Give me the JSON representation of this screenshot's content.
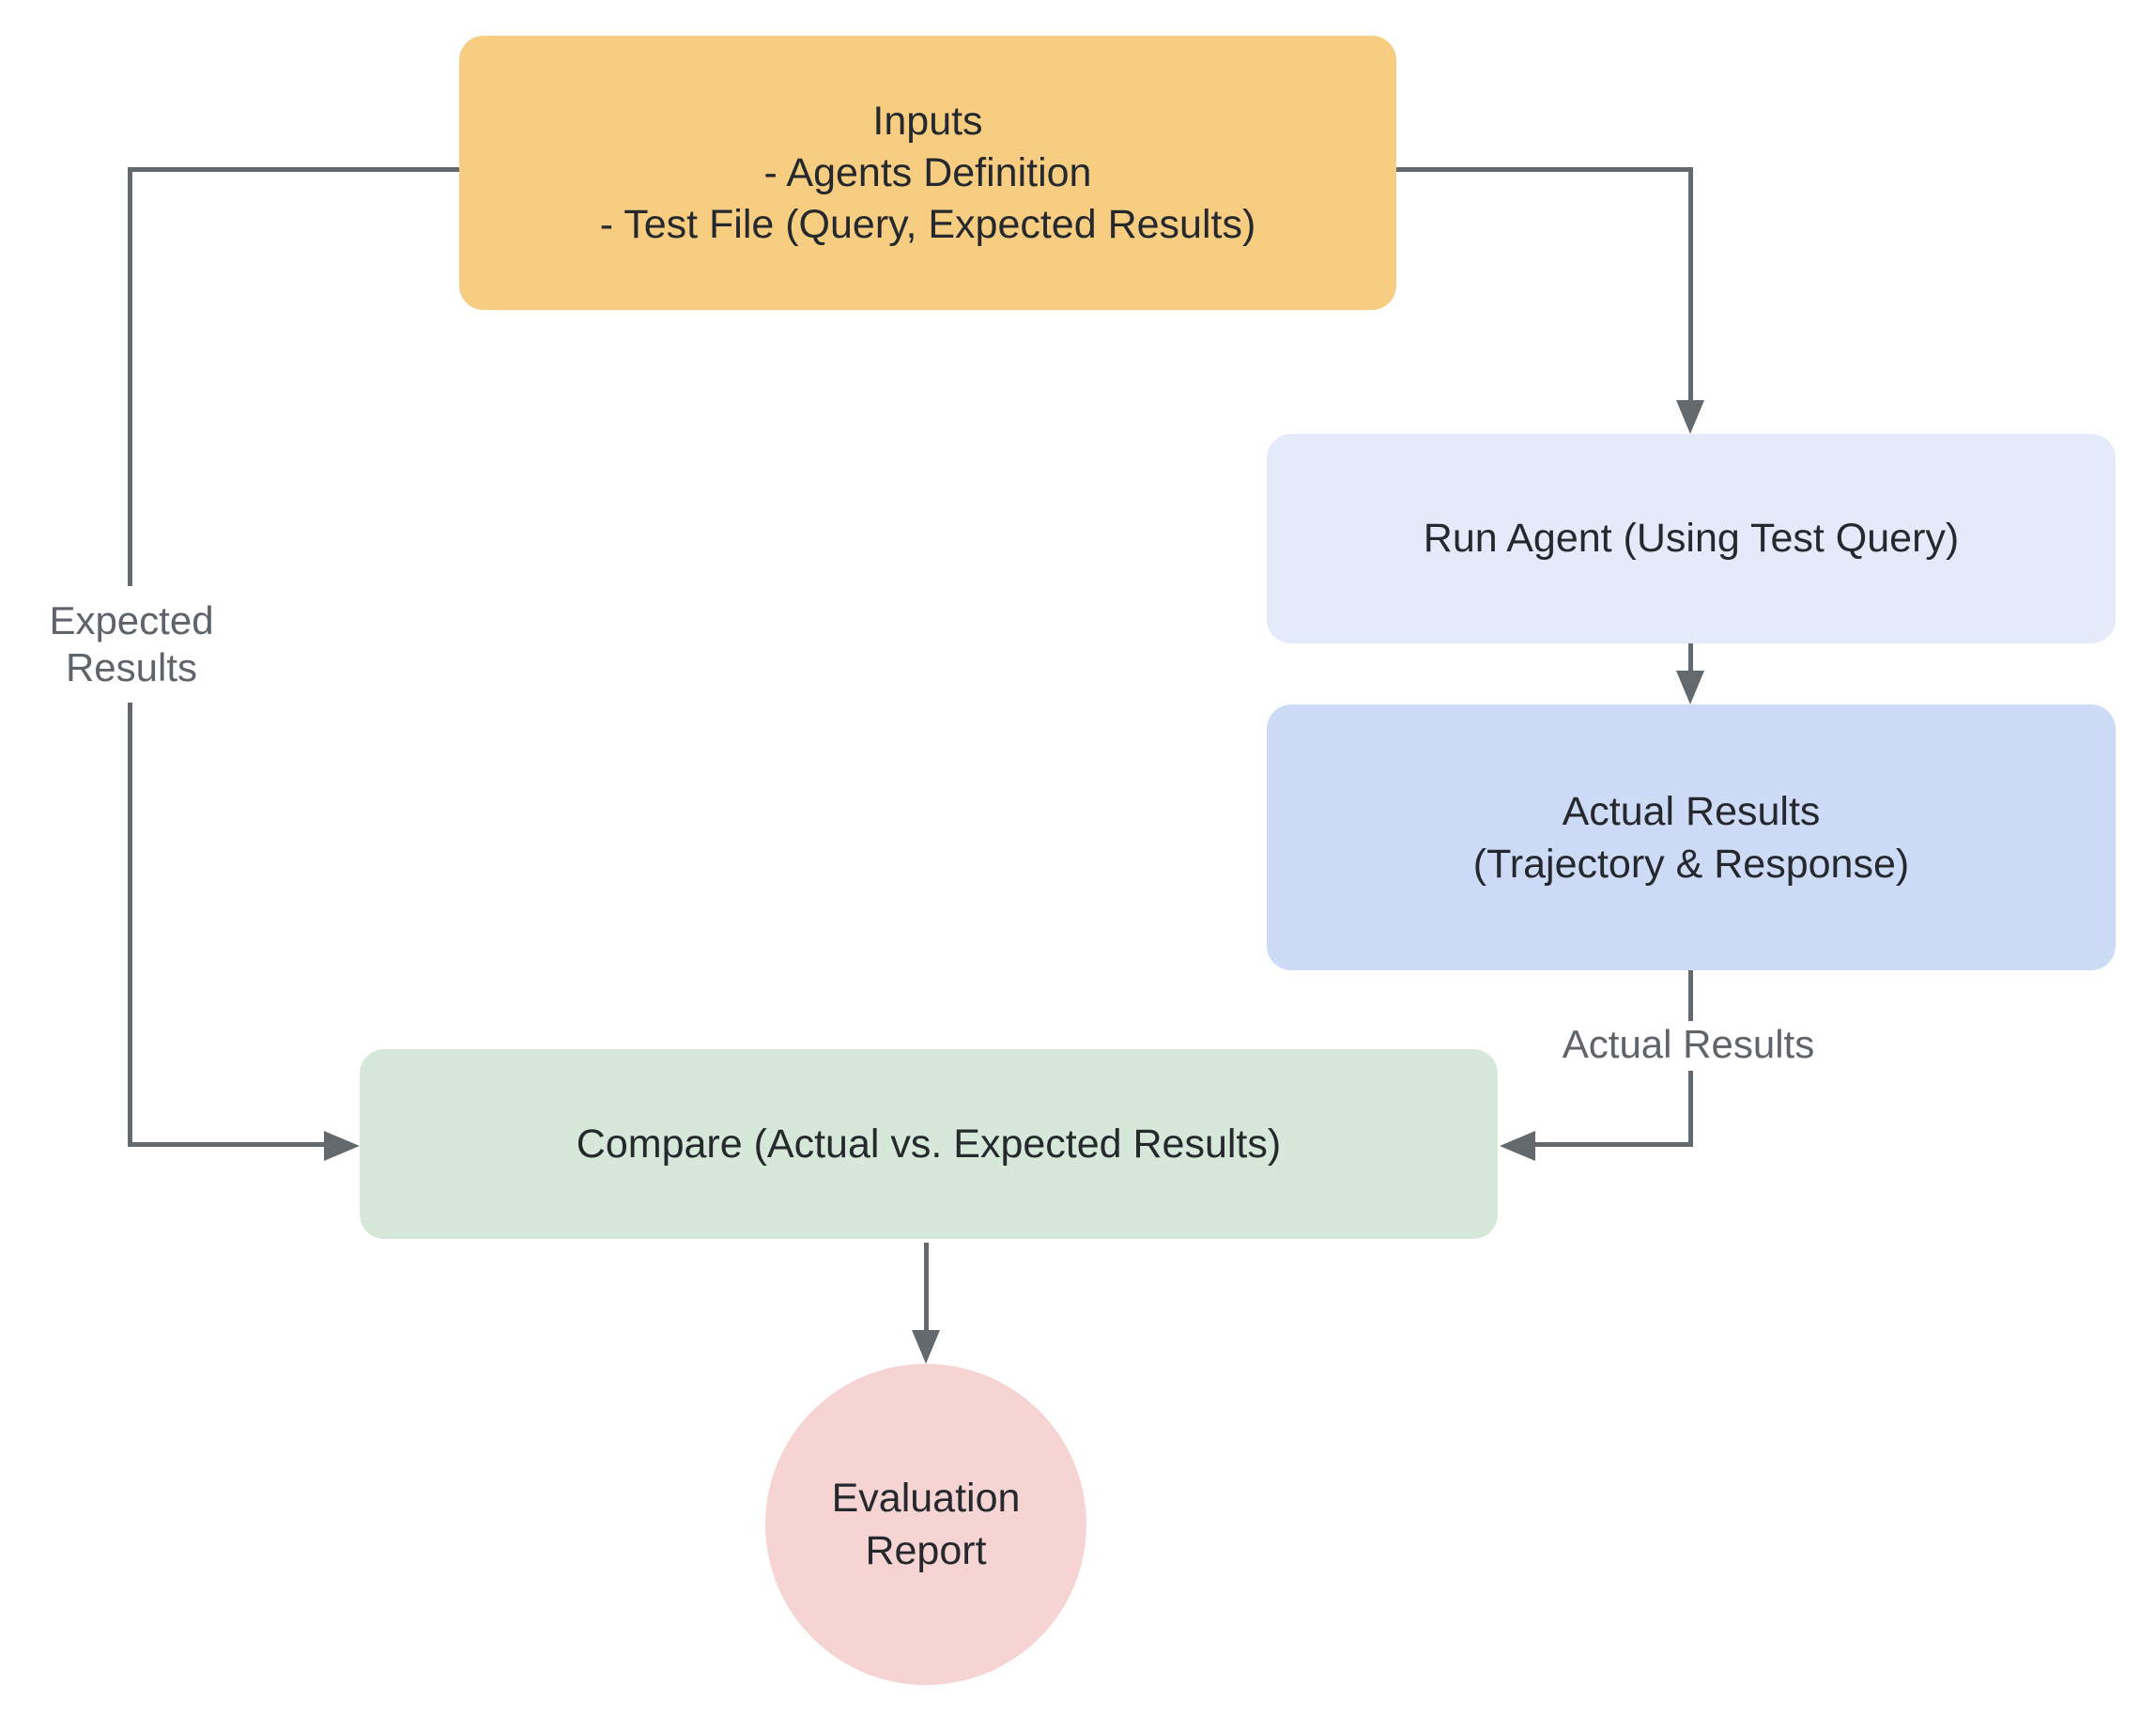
{
  "title": "Agent Evaluation Flow Diagram",
  "colors": {
    "background": "#ffffff",
    "inputs_fill": "#f7cd81",
    "run_agent_fill": "#e5eafb",
    "actual_results_fill": "#cddbf7",
    "compare_fill": "#d6e8d9",
    "report_fill": "#f6d4d3",
    "connector": "#64696e",
    "edge_label_text": "#5f646a",
    "node_text": "#25282c"
  },
  "nodes": {
    "inputs": {
      "line1": "Inputs",
      "line2": "- Agents Definition",
      "line3": "- Test File (Query, Expected Results)"
    },
    "run_agent": {
      "line1": "Run Agent (Using Test Query)"
    },
    "actual_results": {
      "line1": "Actual Results",
      "line2": "(Trajectory & Response)"
    },
    "compare": {
      "line1": "Compare (Actual vs. Expected Results)"
    },
    "evaluation_report": {
      "line1": "Evaluation",
      "line2": "Report"
    }
  },
  "edge_labels": {
    "expected_results": {
      "line1": "Expected",
      "line2": "Results"
    },
    "actual_results": {
      "line1": "Actual Results"
    }
  }
}
